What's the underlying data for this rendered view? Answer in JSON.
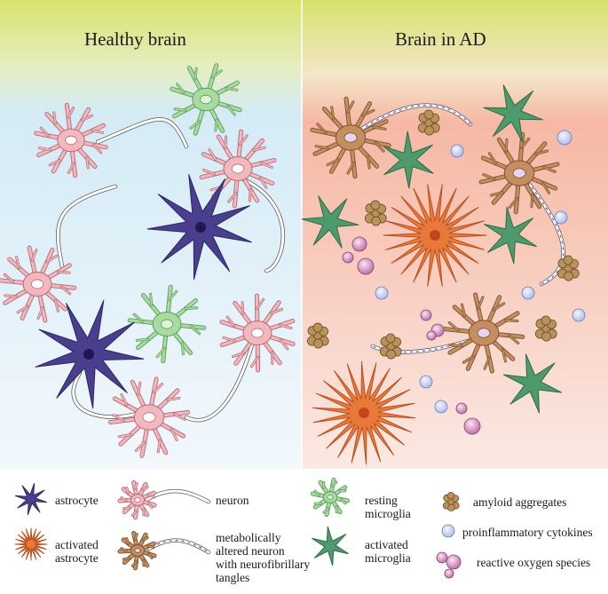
{
  "panels": {
    "left_title": "Healthy brain",
    "right_title": "Brain in AD"
  },
  "colors": {
    "healthy_bg_top": "#d7e26a",
    "healthy_bg": "#cfe7f5",
    "ad_bg": "#f6b59e",
    "astrocyte": "#4a3f8f",
    "activated_astrocyte": "#e8793a",
    "neuron": "#f3b8bd",
    "altered_neuron": "#c48e5e",
    "resting_microglia": "#a8dba0",
    "activated_microglia": "#4f9a6c",
    "amyloid": "#b9915b",
    "cytokine": "#c9d3f2",
    "ros": "#c98ab5"
  },
  "legend": {
    "astrocyte": "astrocyte",
    "activated_astrocyte": [
      "activated",
      "astrocyte"
    ],
    "neuron": "neuron",
    "altered_neuron": [
      "metabolically",
      "altered neuron",
      "with neurofibrillary",
      "tangles"
    ],
    "resting_microglia": [
      "resting",
      "microglia"
    ],
    "activated_microglia": [
      "activated",
      "microglia"
    ],
    "amyloid": "amyloid aggregates",
    "cytokines": "proinflammatory cytokines",
    "ros": "reactive oxygen species"
  }
}
